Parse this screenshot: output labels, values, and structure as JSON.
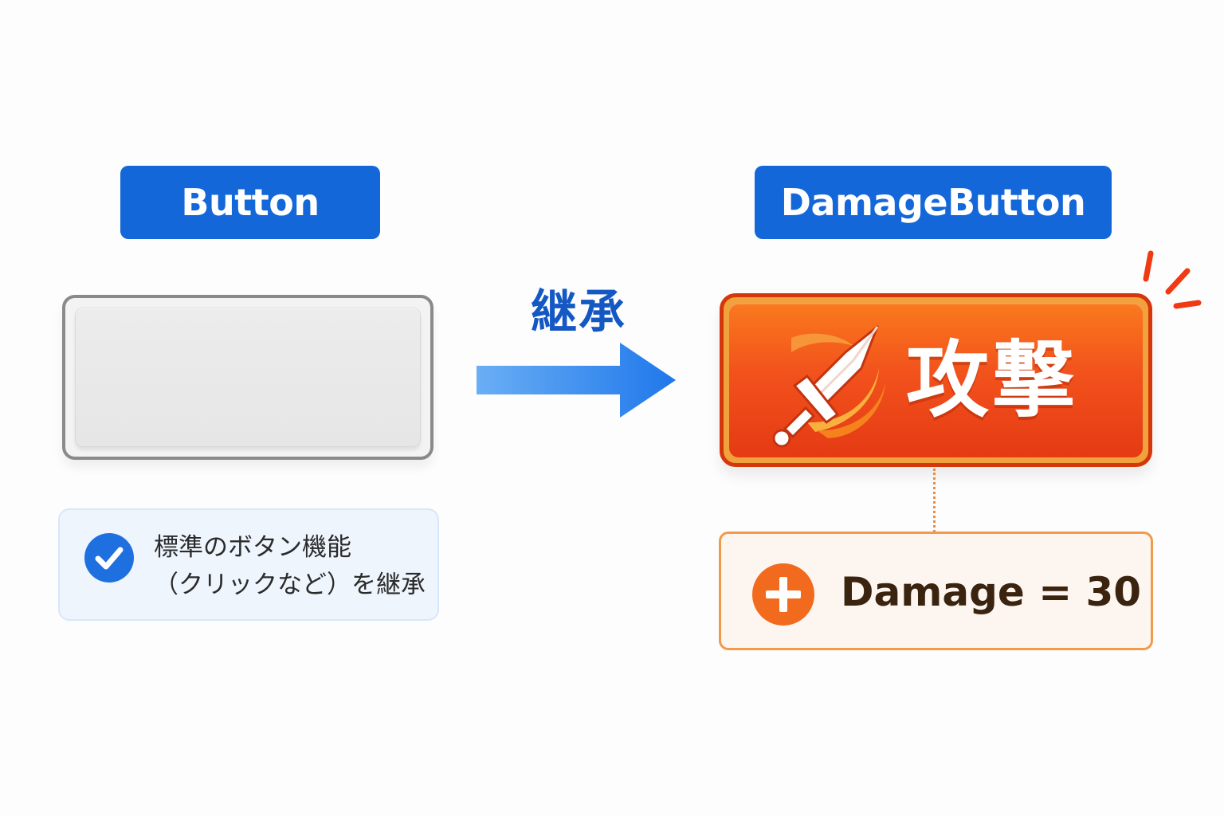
{
  "base_class": {
    "name": "Button",
    "note_lines": [
      "標準のボタン機能",
      "（クリックなど）を継承"
    ]
  },
  "inheritance": {
    "label": "継承"
  },
  "derived_class": {
    "name": "DamageButton",
    "button_label": "攻撃",
    "property_text": "Damage = 30"
  },
  "icons": {
    "check": "check-circle-icon",
    "sword": "sword-icon",
    "plus": "plus-circle-icon",
    "arrow": "right-arrow-icon",
    "spark": "spark-icon"
  },
  "colors": {
    "label_bg": "#1467d8",
    "arrow": "#3a8ef0",
    "damage_button": "#f2521c",
    "damage_border": "#d5360c",
    "property_border": "#f29a4a",
    "plus_circle": "#f26a1e"
  }
}
